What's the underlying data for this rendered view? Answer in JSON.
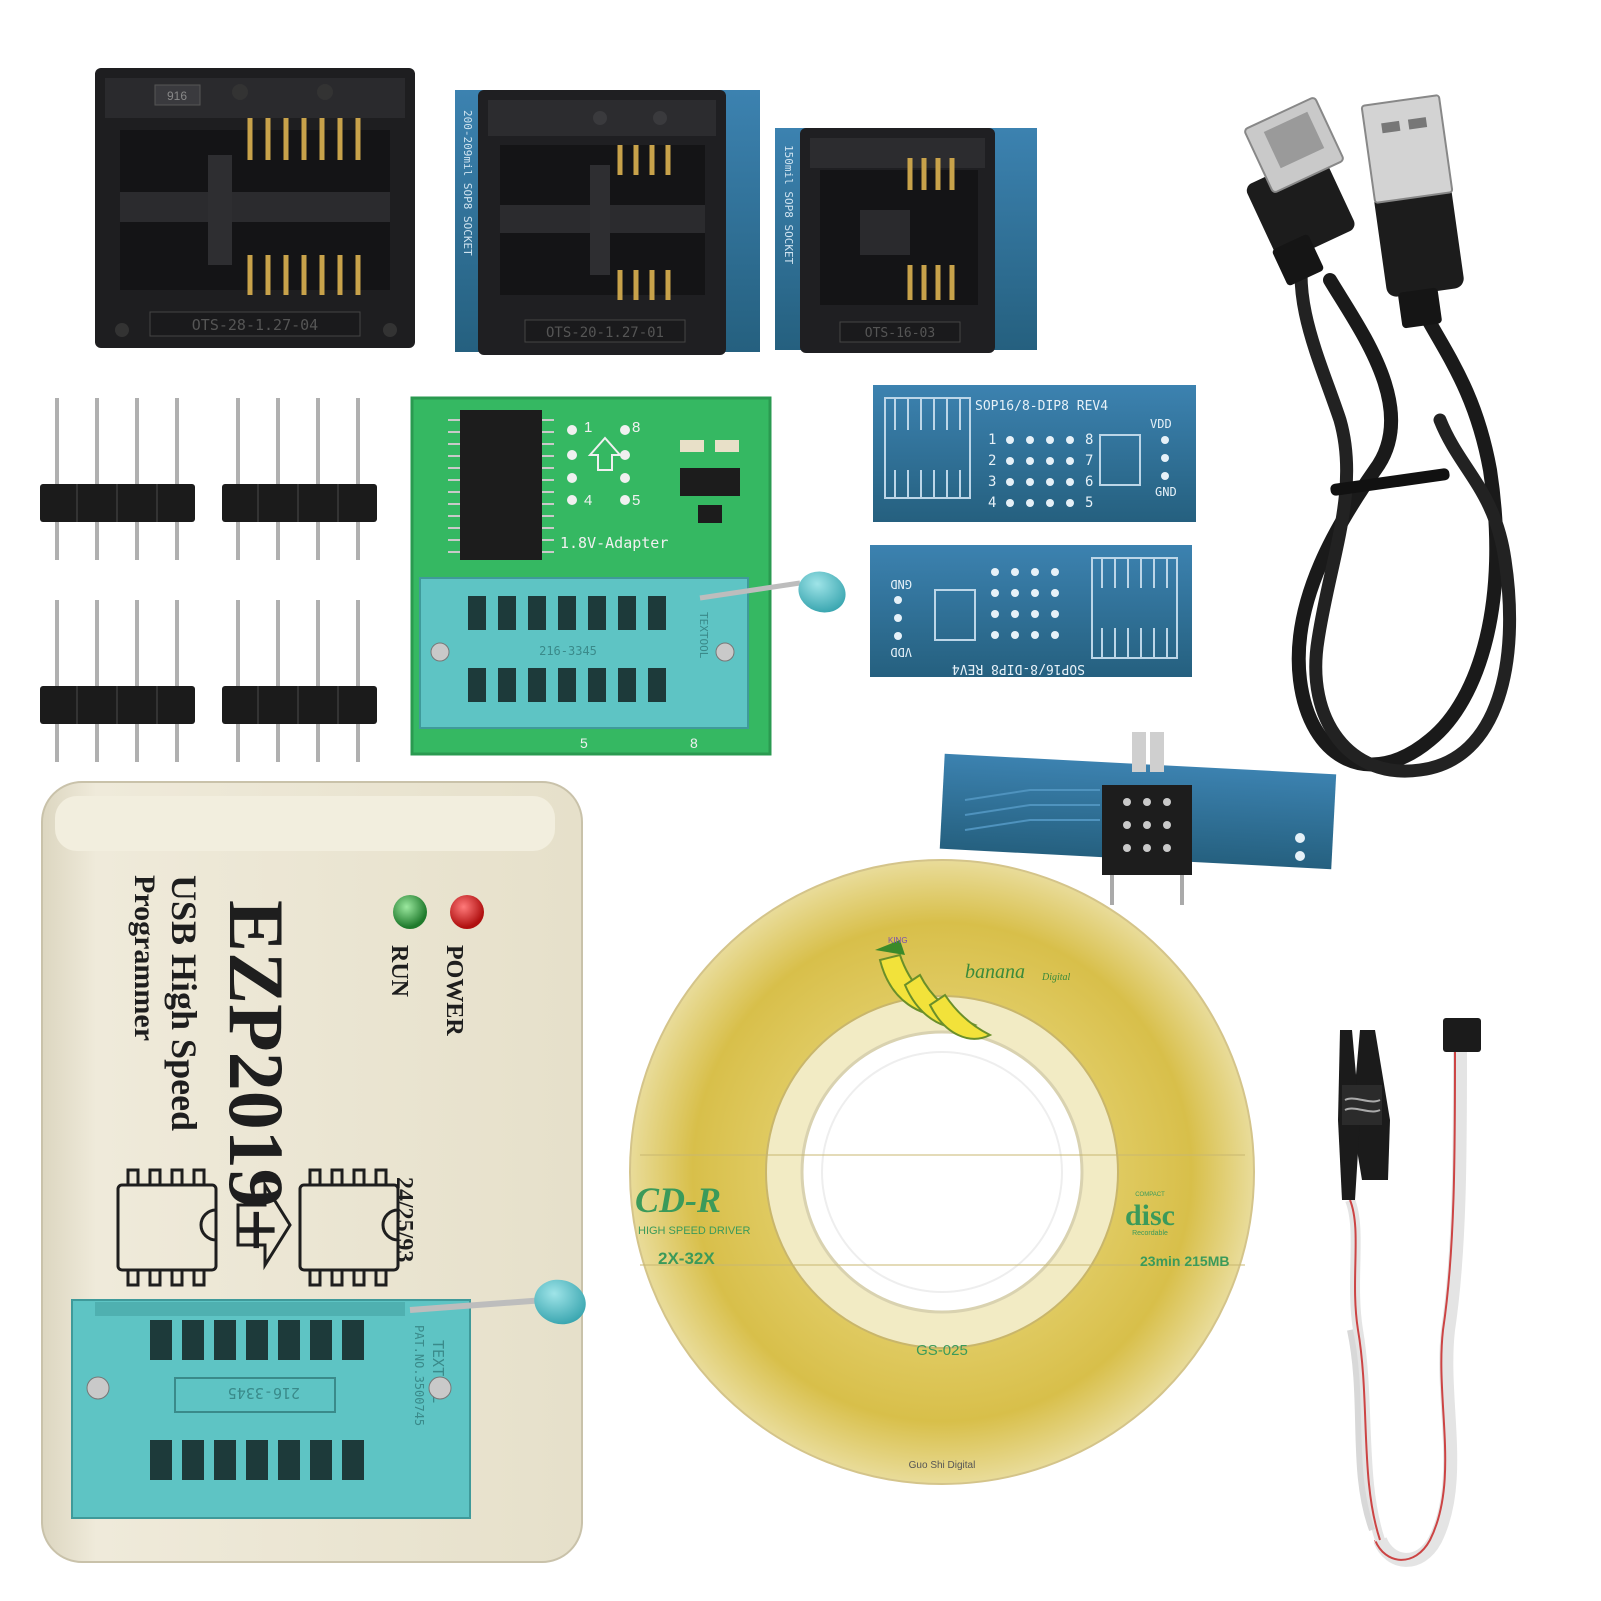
{
  "colors": {
    "background": "#ffffff",
    "socket_black": "#1e1e20",
    "pcb_blue": "#2f6f9a",
    "pcb_green": "#2fb25a",
    "zif_teal": "#5ec4c4",
    "case_cream": "#ece6d2",
    "cd_gold": "#d9c45a",
    "led_red": "#d21c1c",
    "led_green": "#2f9e3c"
  },
  "sockets": {
    "wide": {
      "label": "OTS-28-1.27-04",
      "top_mark": "916"
    },
    "mid": {
      "label": "OTS-20-1.27-01",
      "side_text": "200-209mil SOP8 SOCKET"
    },
    "narrow": {
      "label": "OTS-16-03",
      "side_text": "150mil SOP8 SOCKET"
    }
  },
  "adapter_18v": {
    "label": "1.8V-Adapter",
    "pins": [
      "1",
      "8",
      "4",
      "5"
    ],
    "zif_number": "216-3345",
    "zif_brand": "TEXTOOL",
    "edge_pins": [
      "5",
      "8"
    ]
  },
  "sop_board_top": {
    "title": "SOP16/8-DIP8 REV4",
    "vdd": "VDD",
    "gnd": "GND",
    "left_pins": [
      "1",
      "2",
      "3",
      "4"
    ],
    "right_pins": [
      "8",
      "7",
      "6",
      "5"
    ]
  },
  "sop_board_bottom": {
    "title": "SOP16/8-DIP8 REV4",
    "vdd": "VDD",
    "gnd": "GND"
  },
  "programmer": {
    "model": "EZP2019+",
    "line1": "USB High Speed",
    "line2": "Programmer",
    "led_power": "POWER",
    "led_run": "RUN",
    "chip_series": "24/25/93",
    "zif_number": "216-3345",
    "zif_brand": "TEXTOOL",
    "zif_patent": "PAT.NO.3500745"
  },
  "cd": {
    "brand": "banana",
    "brand_sub": "Digital",
    "format": "CD-R",
    "driver": "HIGH SPEED DRIVER",
    "speed": "2X-32X",
    "capacity": "23min 215MB",
    "disc_logo": "disc",
    "disc_top": "COMPACT",
    "disc_bottom": "Recordable",
    "model": "GS-025",
    "maker": "Guo Shi Digital",
    "crown_text": "KING"
  },
  "icons": [
    "usb-cable-icon",
    "pin-header-icon",
    "clip-icon",
    "zif-lever-icon",
    "arrow-icon"
  ]
}
